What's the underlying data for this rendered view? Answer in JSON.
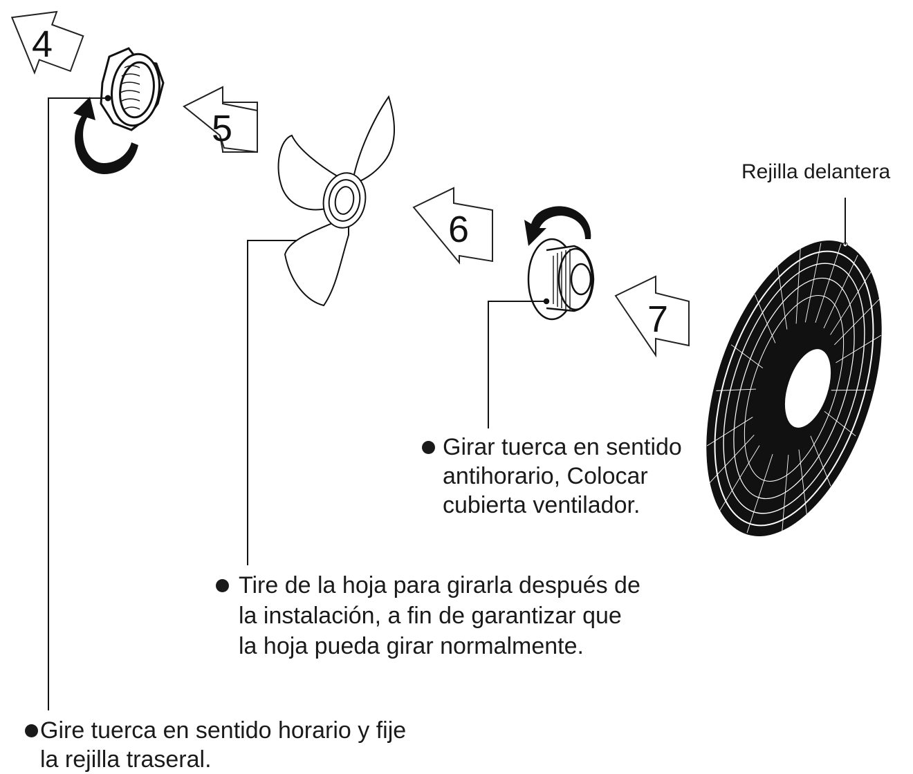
{
  "labels": {
    "front_grille": "Rejilla delantera"
  },
  "steps": [
    "4",
    "5",
    "6",
    "7"
  ],
  "notes": {
    "nut": "Gire tuerca en sentido horario y fije la rejilla traseral.",
    "blade": "Tire de la hoja para girarla después de la instalación, a fin de garantizar que la hoja pueda girar normalmente.",
    "spinner": "Girar tuerca en sentido antihorario, Colocar cubierta ventilador."
  },
  "note_lines": {
    "nut": [
      "Gire tuerca en sentido horario y fije",
      "la rejilla traseral."
    ],
    "blade": [
      "Tire de la hoja para girarla después de",
      "la instalación, a fin de garantizar que",
      "la hoja pueda girar normalmente."
    ],
    "spinner": [
      "Girar tuerca en sentido",
      "antihorario, Colocar",
      "cubierta ventilador."
    ]
  },
  "colors": {
    "ink": "#1a1a1a",
    "paper": "#ffffff"
  },
  "icons": [
    "step-arrow-icon",
    "rotate-clockwise-icon",
    "rotate-counterclockwise-icon"
  ]
}
